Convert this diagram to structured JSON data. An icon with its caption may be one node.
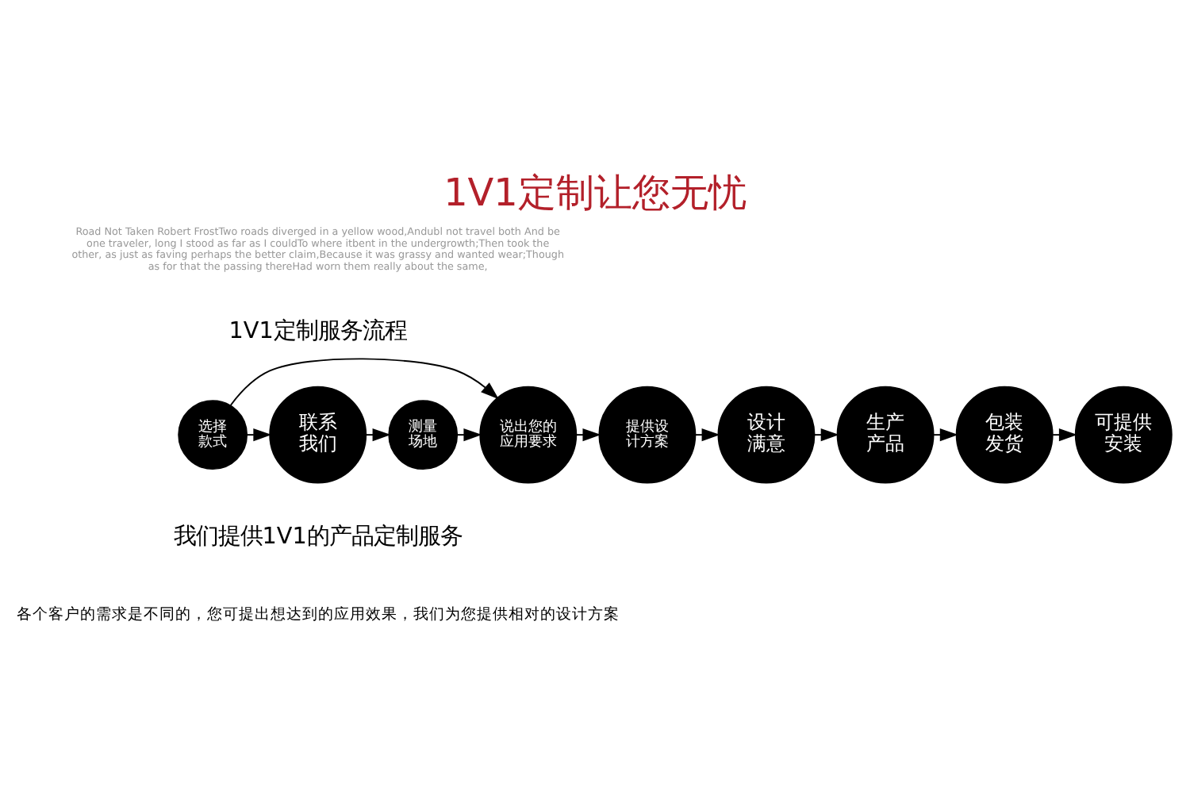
{
  "diagram": {
    "title": "1V1定制让您无忧",
    "nodes": [
      {
        "text": [
          "联系我们"
        ]
      },
      {
        "text": [
          "测量场地"
        ]
      },
      {
        "text": [
          "选择款式"
        ]
      },
      {
        "text": [
          "说出您的应用要求"
        ]
      },
      {
        "text": [
          "提供设计方案"
        ]
      },
      {
        "text": [
          "设计满意"
        ]
      },
      {
        "text": [
          "生产产品"
        ]
      },
      {
        "text": [
          "包装发货"
        ]
      },
      {
        "text": [
          "可提供安装"
        ]
      }
    ],
    "edges": [
      {
        "from": 0,
        "to": 1,
        "arrow": "to"
      },
      {
        "from": 2,
        "to": 0,
        "arrow": "to"
      },
      {
        "from": 1,
        "to": 3,
        "arrow": "to"
      },
      {
        "from": 2,
        "to": 3,
        "arrow": "to"
      },
      {
        "from": 3,
        "to": 4,
        "arrow": "to"
      },
      {
        "from": 4,
        "to": 5,
        "arrow": "to"
      },
      {
        "from": 5,
        "to": 6,
        "arrow": "to"
      },
      {
        "from": 6,
        "to": 7,
        "arrow": "to"
      },
      {
        "from": 7,
        "to": 8,
        "arrow": "to"
      }
    ],
    "labels": [
      "Road Not Taken Robert FrostTwo roads diverged in a yellow wood,Andubl not travel both And be one traveler, long I stood as far as I couldTo where itbent in the undergrowth;Then took the other, as just as faving perhaps the better claim,Because it was grassy and wanted wear;Though as for that the passing thereHad worn them really about the same,",
      "1V1定制服务流程",
      "我们提供1V1的产品定制服务",
      "各个客户的需求是不同的，您可提出想达到的应用效果，我们为您提供相对的设计方案"
    ]
  }
}
